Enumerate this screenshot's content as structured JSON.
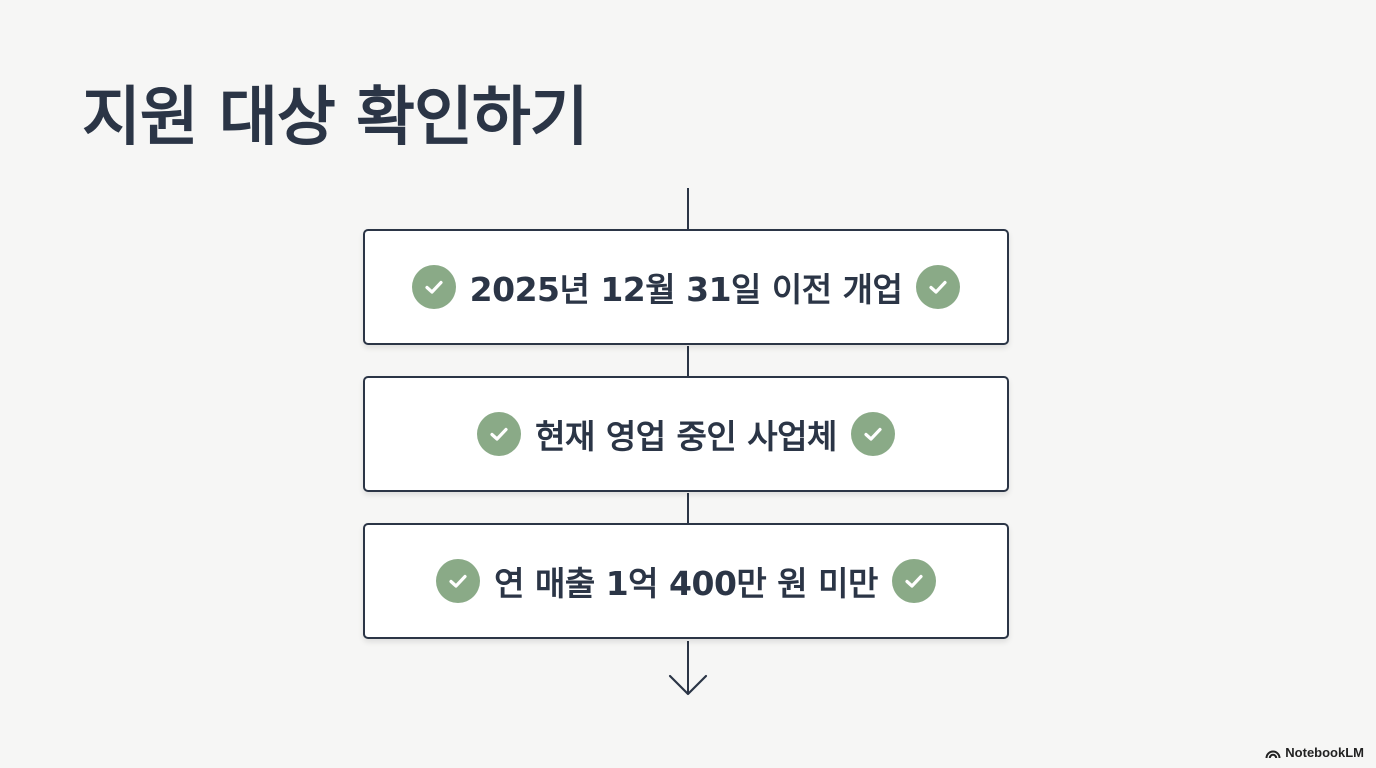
{
  "title": "지원 대상 확인하기",
  "steps": [
    {
      "label": "2025년 12월 31일 이전 개업"
    },
    {
      "label": "현재 영업 중인 사업체"
    },
    {
      "label": "연 매출 1억 400만 원 미만"
    }
  ],
  "icons": {
    "check": "check-circle-icon",
    "arrow": "arrow-down-icon",
    "brand": "notebooklm-logo-icon"
  },
  "colors": {
    "text": "#2b3546",
    "check_fill": "#8aaa87",
    "background": "#f6f6f5",
    "box_fill": "#ffffff"
  },
  "watermark": {
    "label": "NotebookLM"
  }
}
